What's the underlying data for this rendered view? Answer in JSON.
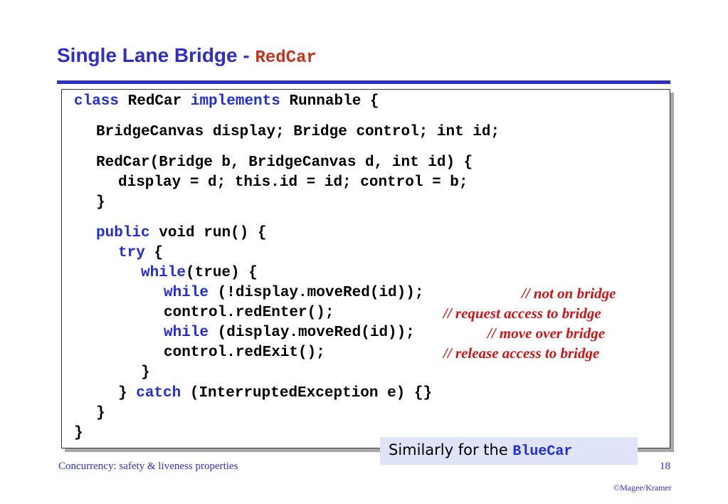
{
  "title": {
    "text": "Single Lane Bridge - ",
    "code": "RedCar"
  },
  "colors": {
    "title_blue": "#2f2fc8",
    "keyword_blue": "#1f2ddc",
    "comment_red": "#d01414",
    "title_code_red": "#c8321e",
    "note_bg": "#dfe5f7"
  },
  "code": {
    "l1_kw1": "class",
    "l1_a": " RedCar ",
    "l1_kw2": "implements",
    "l1_b": " Runnable {",
    "l2": "BridgeCanvas display; Bridge control; int id;",
    "l3": "RedCar(Bridge b, BridgeCanvas d, int id) {",
    "l4": "display = d; this.id = id; control = b;",
    "l5": "}",
    "l6_kw": "public",
    "l6_rest": " void run() {",
    "l7_kw": "try",
    "l7_rest": " {",
    "l8_kw": "while",
    "l8_rest": "(true) {",
    "l9_kw": "while",
    "l9_rest": " (!display.moveRed(id));",
    "l10": "control.redEnter();",
    "l11_kw": "while",
    "l11_rest": " (display.moveRed(id));",
    "l12": "control.redExit();",
    "l13": "}",
    "l14_a": "} ",
    "l14_kw": "catch",
    "l14_rest": " (InterruptedException e) {}",
    "l15": "}",
    "l16": "}"
  },
  "comments": {
    "c1": "// not on bridge",
    "c2": "// request access to bridge",
    "c3": "// move over bridge",
    "c4": "// release access to bridge"
  },
  "note": {
    "text": "Similarly for the ",
    "code": "BlueCar"
  },
  "footer": {
    "left": "Concurrency: safety & liveness properties",
    "page": "18",
    "copyright": "©Magee/Kramer"
  }
}
